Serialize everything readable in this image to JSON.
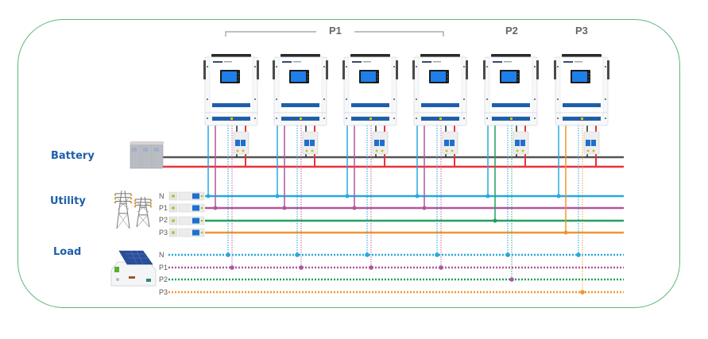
{
  "diagram": {
    "title": "Parallel inverter three-phase wiring diagram",
    "groups": [
      {
        "label": "P1",
        "inverters": [
          1,
          2,
          3,
          4
        ]
      },
      {
        "label": "P2",
        "inverters": [
          5
        ]
      },
      {
        "label": "P3",
        "inverters": [
          6
        ]
      }
    ],
    "sections": {
      "battery": "Battery",
      "utility": "Utility",
      "load": "Load"
    },
    "utility_buses": [
      "N",
      "P1",
      "P2",
      "P3"
    ],
    "load_buses": [
      "N",
      "P1",
      "P2",
      "P3"
    ],
    "inverter_count": 6,
    "inverters": [
      {
        "id": 1,
        "phase": "P1"
      },
      {
        "id": 2,
        "phase": "P1"
      },
      {
        "id": 3,
        "phase": "P1"
      },
      {
        "id": 4,
        "phase": "P1"
      },
      {
        "id": 5,
        "phase": "P2"
      },
      {
        "id": 6,
        "phase": "P3"
      }
    ],
    "colors": {
      "frame": "#5cb87a",
      "section_label": "#1f5fa8",
      "battery_negative": "#555555",
      "battery_positive": "#e8323c",
      "neutral": "#29a8de",
      "phase1": "#b0569a",
      "phase2": "#22a05a",
      "phase3": "#f0962e",
      "screen": "#1e7fe8"
    },
    "icons": {
      "battery": "battery-bank-icon",
      "utility": "power-tower-icon",
      "load": "house-solar-icon",
      "breaker": "circuit-breaker-icon",
      "inverter": "inverter-unit-icon"
    }
  }
}
